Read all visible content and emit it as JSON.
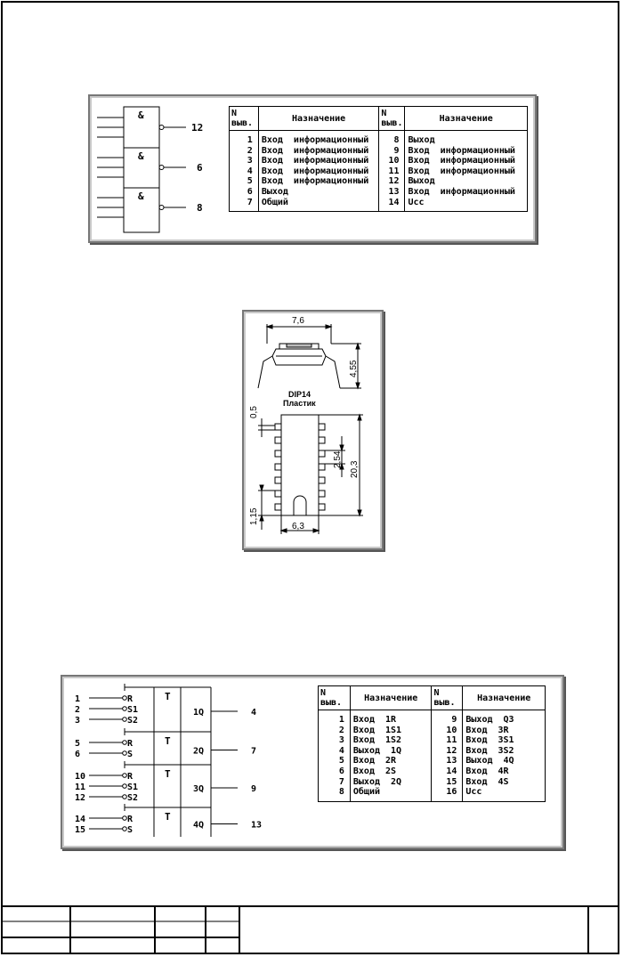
{
  "chip1": {
    "gate_symbol": "&",
    "output_pins": [
      "12",
      "6",
      "8"
    ],
    "table": {
      "headers": [
        "N\nвыв.",
        "Назначение",
        "N\nвыв.",
        "Назначение"
      ],
      "rows": [
        [
          "1",
          "Вход  информационный",
          "8",
          "Выход"
        ],
        [
          "2",
          "Вход  информационный",
          "9",
          "Вход  информационный"
        ],
        [
          "3",
          "Вход  информационный",
          "10",
          "Вход  информационный"
        ],
        [
          "4",
          "Вход  информационный",
          "11",
          "Вход  информационный"
        ],
        [
          "5",
          "Вход  информационный",
          "12",
          "Выход"
        ],
        [
          "6",
          "Выход",
          "13",
          "Вход  информационный"
        ],
        [
          "7",
          "Общий",
          "14",
          "Ucc"
        ]
      ]
    }
  },
  "package": {
    "name": "DIP14",
    "material": "Пластик",
    "dims": {
      "width": "7,6",
      "height": "4,55",
      "pin_width": "0,5",
      "pitch": "2,54",
      "length": "20,3",
      "edge": "1,15",
      "body_width": "6,3"
    }
  },
  "chip2": {
    "block_symbol": "T",
    "blocks": [
      {
        "inputs": [
          {
            "pin": "1",
            "name": "R"
          },
          {
            "pin": "2",
            "name": "S1"
          },
          {
            "pin": "3",
            "name": "S2"
          }
        ],
        "output": "1Q",
        "out_pin": "4"
      },
      {
        "inputs": [
          {
            "pin": "5",
            "name": "R"
          },
          {
            "pin": "6",
            "name": "S"
          }
        ],
        "output": "2Q",
        "out_pin": "7"
      },
      {
        "inputs": [
          {
            "pin": "10",
            "name": "R"
          },
          {
            "pin": "11",
            "name": "S1"
          },
          {
            "pin": "12",
            "name": "S2"
          }
        ],
        "output": "3Q",
        "out_pin": "9"
      },
      {
        "inputs": [
          {
            "pin": "14",
            "name": "R"
          },
          {
            "pin": "15",
            "name": "S"
          }
        ],
        "output": "4Q",
        "out_pin": "13"
      }
    ],
    "table": {
      "headers": [
        "N\nвыв.",
        "Назначение",
        "N\nвыв.",
        "Назначение"
      ],
      "rows": [
        [
          "1",
          "Вход  1R",
          "9",
          "Выход  Q3"
        ],
        [
          "2",
          "Вход  1S1",
          "10",
          "Вход  3R"
        ],
        [
          "3",
          "Вход  1S2",
          "11",
          "Вход  3S1"
        ],
        [
          "4",
          "Выход  1Q",
          "12",
          "Вход  3S2"
        ],
        [
          "5",
          "Вход  2R",
          "13",
          "Выход  4Q"
        ],
        [
          "6",
          "Вход  2S",
          "14",
          "Вход  4R"
        ],
        [
          "7",
          "Выход  2Q",
          "15",
          "Вход  4S"
        ],
        [
          "8",
          "Общий",
          "16",
          "Ucc"
        ]
      ]
    }
  }
}
